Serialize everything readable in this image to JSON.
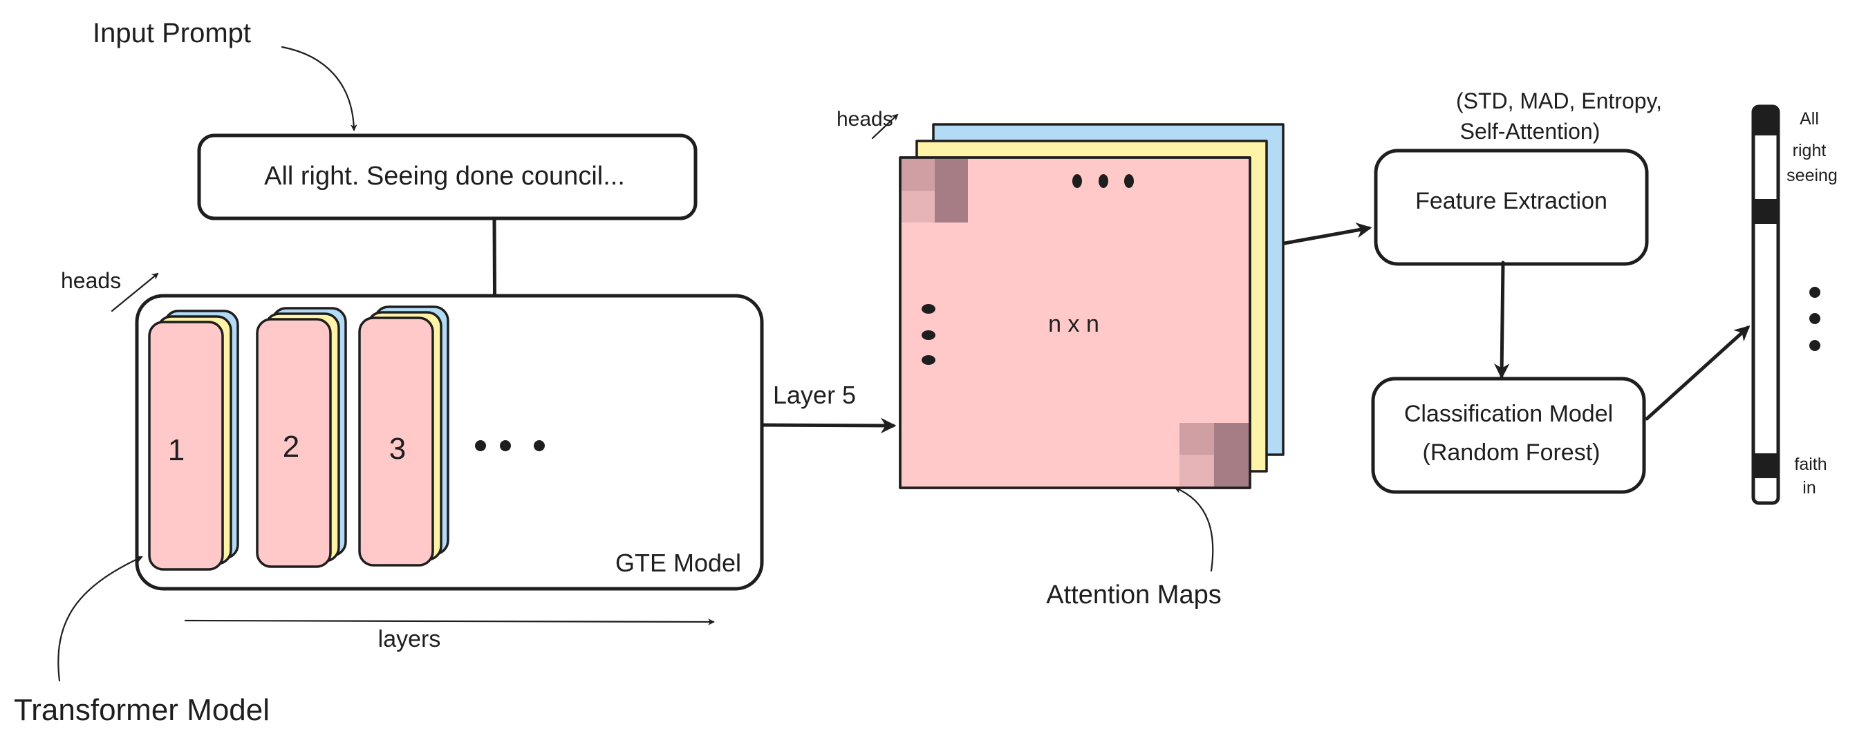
{
  "input_prompt_label": "Input Prompt",
  "prompt_box_text": "All right. Seeing done council...",
  "heads_label_left": "heads",
  "heads_label_right": "heads",
  "layers": [
    "1",
    "2",
    "3"
  ],
  "gte_model_label": "GTE Model",
  "layers_axis_label": "layers",
  "transformer_model_label": "Transformer Model",
  "layer5_label": "Layer 5",
  "matrix_label": "n x n",
  "attention_maps_label": "Attention Maps",
  "features_label_line1": "(STD, MAD, Entropy,",
  "features_label_line2": "Self-Attention)",
  "feature_extraction_label": "Feature Extraction",
  "classification_label_line1": "Classification Model",
  "classification_label_line2": "(Random Forest)",
  "token_words_top": [
    "All",
    "right",
    "seeing"
  ],
  "token_words_bottom": [
    "faith",
    "in"
  ],
  "colors": {
    "pink": "#ffc9c9",
    "yellow": "#fff3a8",
    "blue": "#b3dbf5",
    "cell_dark": "#a67d84",
    "cell_mid": "#cf9fa4",
    "cell_light": "#e6b3b7",
    "stroke": "#1e1e1e"
  }
}
